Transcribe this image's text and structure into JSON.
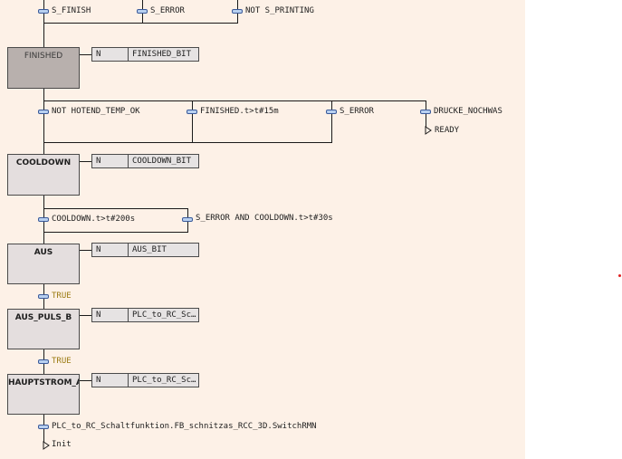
{
  "steps": {
    "finished": "FINISHED",
    "cooldown": "COOLDOWN",
    "aus": "AUS",
    "aus_puls_b": "AUS_PULS_B",
    "hauptstrom": "HAUPTSTROM_A…"
  },
  "actions": {
    "finished": {
      "qualifier": "N",
      "name": "FINISHED_BIT"
    },
    "cooldown": {
      "qualifier": "N",
      "name": "COOLDOWN_BIT"
    },
    "aus": {
      "qualifier": "N",
      "name": "AUS_BIT"
    },
    "aus_puls_b": {
      "qualifier": "N",
      "name": "PLC_to_RC_Sc…"
    },
    "hauptstrom": {
      "qualifier": "N",
      "name": "PLC_to_RC_Sc…"
    }
  },
  "transitions": {
    "s_finish": "S_FINISH",
    "s_error_1": "S_ERROR",
    "not_s_printing": "NOT S_PRINTING",
    "not_hotend_temp_ok": "NOT HOTEND_TEMP_OK",
    "finished_timeout": "FINISHED.t>t#15m",
    "s_error_2": "S_ERROR",
    "drucke_nochwas": "DRUCKE_NOCHWAS",
    "cooldown_timeout": "COOLDOWN.t>t#200s",
    "s_error_and_cooldown": "S_ERROR AND COOLDOWN.t>t#30s",
    "true_1": "TRUE",
    "true_2": "TRUE",
    "switch_rmn": "PLC_to_RC_Schaltfunktion.FB_schnitzas_RCC_3D.SwitchRMN"
  },
  "jumps": {
    "ready": "READY",
    "init": "Init"
  },
  "colors": {
    "workarea": "#fdf1e7",
    "step_fill": "#e4dede",
    "active_step_fill": "#b8b0ad",
    "transition_bar": "#b8d0f0",
    "true_text": "#9a7a10",
    "marker": "#e02020"
  }
}
